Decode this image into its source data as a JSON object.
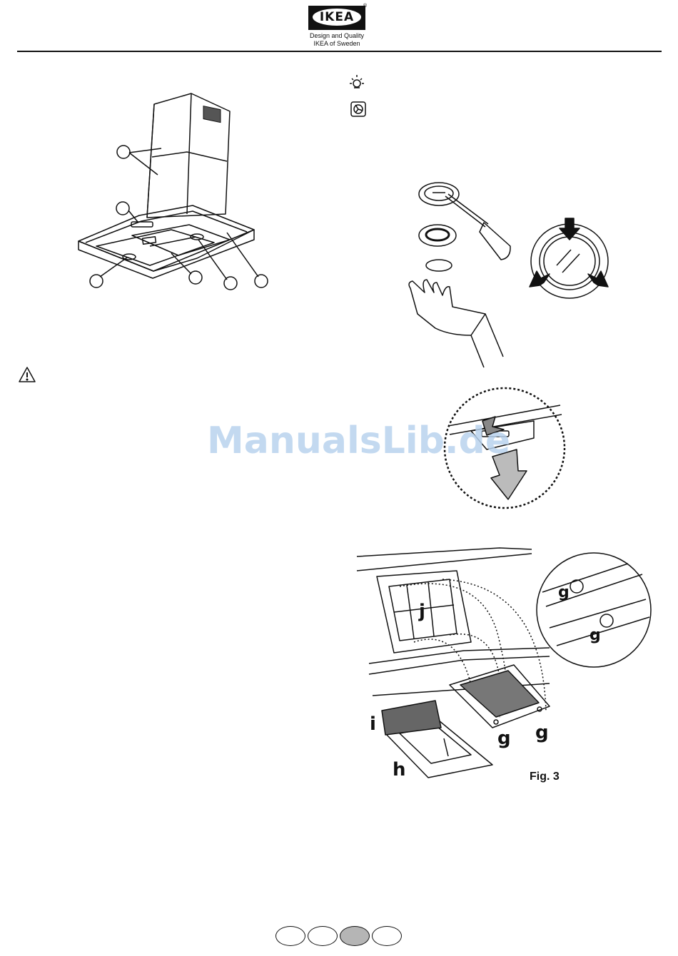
{
  "header": {
    "brand": "IKEA",
    "registered_mark": "®",
    "tagline_line1": "Design and Quality",
    "tagline_line2": "IKEA of Sweden"
  },
  "watermark": "ManualsLib.de",
  "figures": {
    "filter_labels": {
      "j": "j",
      "g_zoom_top": "g",
      "g_zoom_bottom": "g",
      "i": "i",
      "g_left": "g",
      "g_right": "g",
      "h": "h"
    },
    "fig3_caption": "Fig. 3"
  },
  "icons": {
    "light": "light-bulb-icon",
    "fan": "fan-icon",
    "warning": "warning-triangle-icon"
  },
  "page_tabs": {
    "count": 4,
    "active_index": 2,
    "active_color": "#b5b5b5"
  }
}
